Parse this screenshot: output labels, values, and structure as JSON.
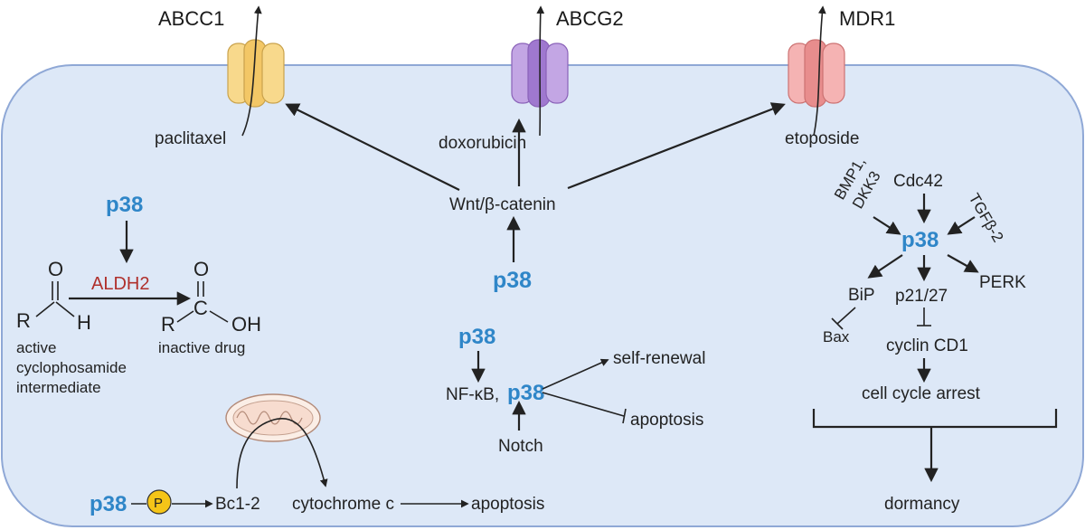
{
  "transporters": {
    "abcc1": "ABCC1",
    "abcg2": "ABCG2",
    "mdr1": "MDR1"
  },
  "drugs": {
    "paclitaxel": "paclitaxel",
    "doxorubicin": "doxorubicin",
    "etoposide": "etoposide"
  },
  "wnt": {
    "label": "Wnt/β-catenin",
    "p38": "p38"
  },
  "aldh": {
    "p38": "p38",
    "enzyme": "ALDH2",
    "o1": "O",
    "r1": "R",
    "h1": "H",
    "o2": "O",
    "c2": "C",
    "r2": "R",
    "oh2": "OH",
    "substrate_line1": "active",
    "substrate_line2": "cyclophosamide",
    "substrate_line3": "intermediate",
    "product": "inactive drug"
  },
  "nfkb": {
    "p38_top": "p38",
    "nfkb": "NF-κB,",
    "p38_center": "p38",
    "self_renewal": "self-renewal",
    "apoptosis": "apoptosis",
    "notch": "Notch"
  },
  "mito": {
    "p38": "p38",
    "phospho": "P",
    "bcl2": "Bc1-2",
    "cytochrome": "cytochrome c",
    "apoptosis": "apoptosis"
  },
  "dormancy": {
    "bmp_line1": "BMP1,",
    "bmp_line2": "DKK3",
    "cdc42": "Cdc42",
    "tgfb": "TGFβ-2",
    "p38": "p38",
    "bip": "BiP",
    "p21": "p21/27",
    "perk": "PERK",
    "bax": "Bax",
    "cyclin": "cyclin CD1",
    "arrest": "cell cycle arrest",
    "dormancy": "dormancy"
  },
  "colors": {
    "p38": "#2f86c8",
    "aldh2": "#b0302c",
    "cell_fill": "#dde8f7",
    "cell_stroke": "#8fa8d6",
    "abcc1": "#f8d98c",
    "abcg2": "#b493d9",
    "mdr1": "#f2a5a5",
    "phospho": "#f5c518"
  }
}
